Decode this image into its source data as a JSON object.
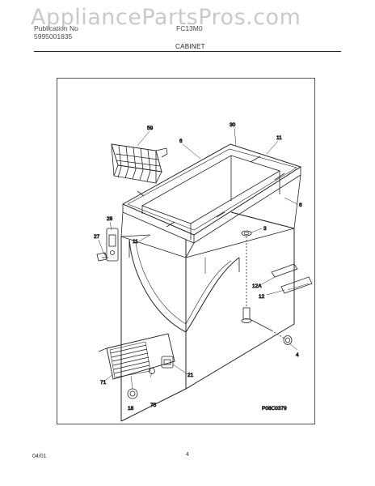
{
  "watermark": "AppliancePartsPros.com",
  "header": {
    "line1_left": "Publication No",
    "line2_left": "5995001835",
    "model": "FC13M0"
  },
  "section_title": "CABINET",
  "figure_code": "P08C0379",
  "callouts": {
    "c59": "59",
    "c30": "30",
    "c6a": "6",
    "c11a": "11",
    "c6b": "6",
    "c3": "3",
    "c28": "28",
    "c27": "27",
    "c11b": "11",
    "c12a": "12A",
    "c12": "12",
    "c4": "4",
    "c21": "21",
    "c71": "71",
    "c18": "18",
    "c75": "75"
  },
  "footer": {
    "date": "04/01",
    "page": "4"
  },
  "colors": {
    "line": "#222222",
    "frame": "#555555",
    "watermark": "#c9c9c9"
  }
}
